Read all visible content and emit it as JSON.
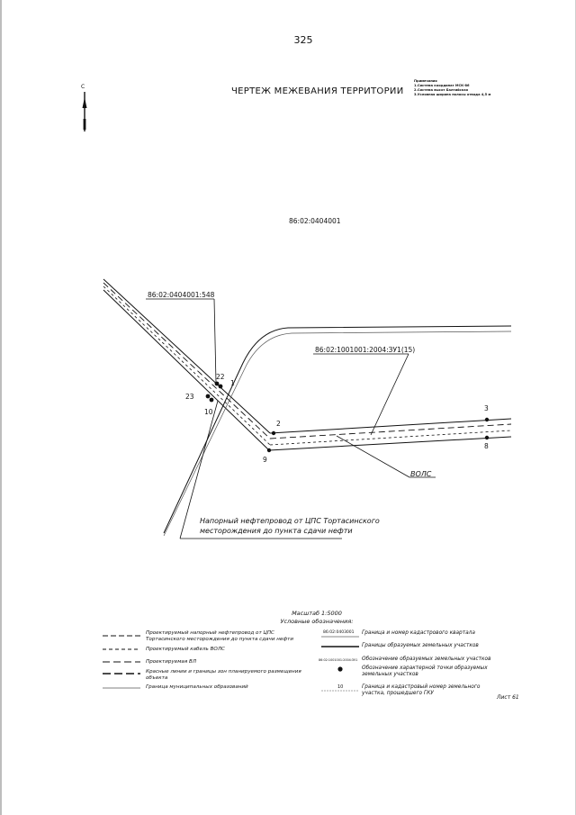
{
  "page_number": "325",
  "title": "ЧЕРТЕЖ МЕЖЕВАНИЯ ТЕРРИТОРИИ",
  "notes": {
    "heading": "Примечания",
    "lines": [
      "1.Система координат МСК-86",
      "2.Система высот Балтийская",
      "3.Условная ширина полосы отвода 4,5 м"
    ]
  },
  "north_label": "С",
  "quarter_number": "86:02:0404001",
  "parcel_labels": {
    "left": "86:02:0404001:548",
    "right": "86:02:1001001:2004:ЗУ1(15)"
  },
  "points": {
    "p1": "1",
    "p2": "2",
    "p3": "3",
    "p8": "8",
    "p9": "9",
    "p10": "10",
    "p22": "22",
    "p23": "23"
  },
  "vols_label": "ВОЛС",
  "pipeline_annotation": [
    "Напорный нефтепровод от ЦПС Тортасинского",
    "месторождения до пункта сдачи нефти"
  ],
  "legend": {
    "scale": "Масштаб 1:5000",
    "heading": "Условные обозначения:",
    "left": [
      "Проектируемый напорный нефтепровод от ЦПС Тортасинского месторождения до пункта сдачи нефти",
      "Проектируемый кабель ВОЛС",
      "Проектируемая ВЛ",
      "Красные линии и границы зон планируемого размещения объекта",
      "Граница муниципальных образований"
    ],
    "right": {
      "quarter_sample": "86:02:0403001",
      "quarter_text": "Граница и номер кадастрового квартала",
      "formed_text": "Границы образуемых земельных участков",
      "designation_sample": "86:02:1001001:2004:ЗУ1",
      "designation_text": "Обозначение образуемых земельных участков",
      "point_text": "Обозначение характерной точки образуемых земельных участков",
      "gku_sample": "10",
      "gku_text": "Граница и кадастровый номер земельного участка, прошедшего ГКУ"
    }
  },
  "sheet": "Лист 61"
}
